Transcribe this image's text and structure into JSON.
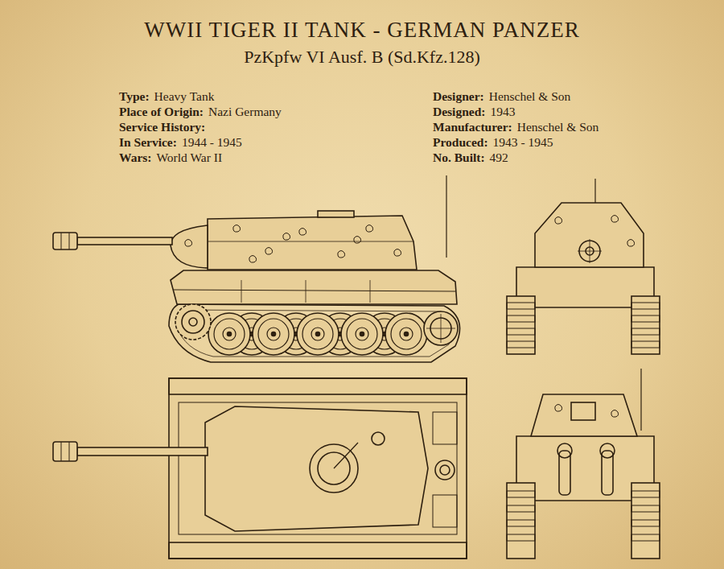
{
  "diagram": {
    "title": "WWII TIGER II TANK - GERMAN PANZER",
    "labels": [
      "PzKpfw VI Ausf. B (Sd.Kfz.128)",
      "Type:",
      "Heavy Tank",
      "Place of Origin:",
      "Nazi Germany",
      "Service History:",
      "In Service:",
      "1944 - 1945",
      "Wars:",
      "World War II",
      "Designer:",
      "Henschel & Son",
      "Designed:",
      "1943",
      "Manufacturer:",
      "Henschel & Son",
      "Produced:",
      "1943 - 1945",
      "No. Built:",
      "492"
    ]
  }
}
